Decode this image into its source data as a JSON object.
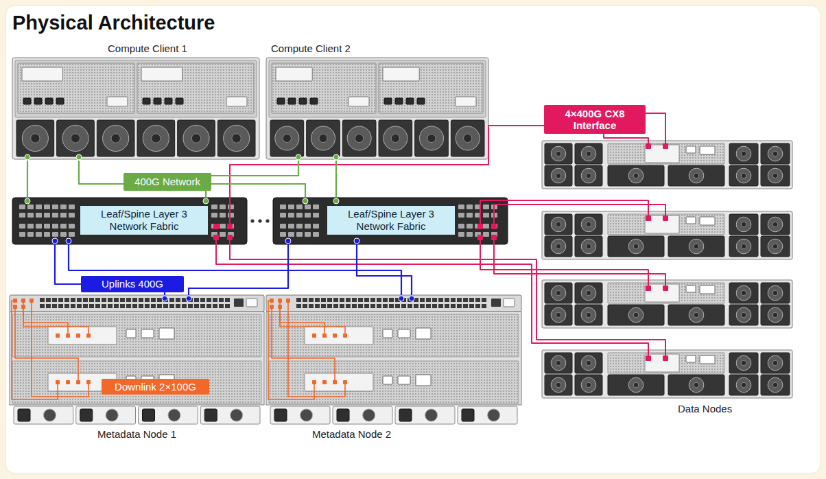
{
  "diagram": {
    "title": "Physical Architecture",
    "nodes": [
      {
        "text": [
          "Compute Client 1"
        ]
      },
      {
        "text": [
          "Compute Client 2"
        ]
      },
      {
        "text": [
          "4×400G CX8 Interface"
        ]
      },
      {
        "text": [
          "400G Network"
        ]
      },
      {
        "text": [
          "Leaf/Spine Layer 3 Network Fabric"
        ]
      },
      {
        "text": [
          "Leaf/Spine Layer 3 Network Fabric"
        ]
      },
      {
        "text": [
          "Uplinks 400G"
        ]
      },
      {
        "text": [
          "Metadata Node 1"
        ]
      },
      {
        "text": [
          "Downlink 2×100G"
        ],
        "in": 7
      },
      {
        "text": [
          "Metadata Node 2"
        ]
      }
    ],
    "edges": [
      {
        "from": 0,
        "to": 4,
        "arrow": "none"
      },
      {
        "from": 0,
        "to": 5,
        "arrow": "none"
      },
      {
        "from": 1,
        "to": 4,
        "arrow": "none"
      },
      {
        "from": 1,
        "to": 5,
        "arrow": "none"
      },
      {
        "from": 4,
        "to": 7,
        "arrow": "none"
      },
      {
        "from": 4,
        "to": 9,
        "arrow": "none"
      },
      {
        "from": 5,
        "to": 7,
        "arrow": "none"
      },
      {
        "from": 5,
        "to": 9,
        "arrow": "none"
      }
    ],
    "labels": [
      "Data Nodes"
    ]
  }
}
